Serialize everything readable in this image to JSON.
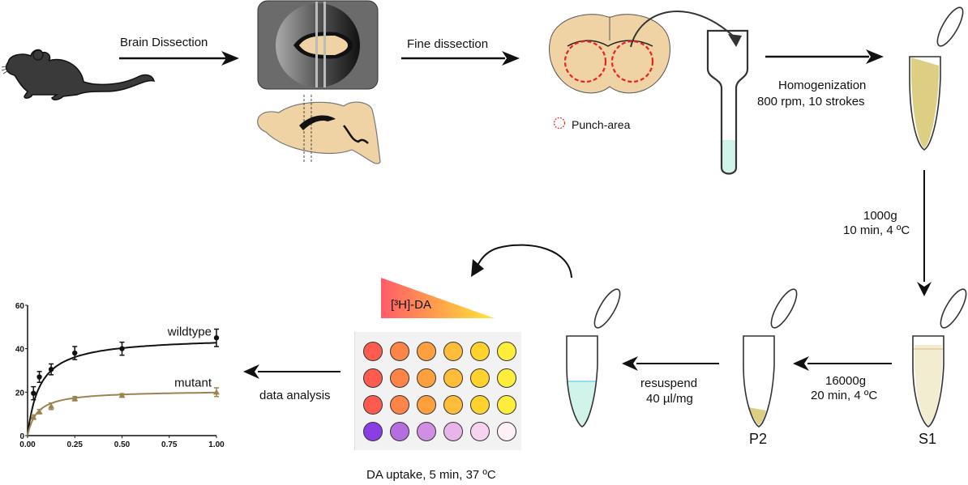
{
  "steps": {
    "brain_dissection": "Brain Dissection",
    "fine_dissection": "Fine dissection",
    "punch_area_legend": "Punch-area",
    "homogenization_line1": "Homogenization",
    "homogenization_line2": "800 rpm, 10 strokes",
    "centrifuge1_line1": "1000g",
    "centrifuge1_line2": "10 min, 4 ºC",
    "centrifuge2_line1": "16000g",
    "centrifuge2_line2": "20 min, 4 ºC",
    "resuspend_line1": "resuspend",
    "resuspend_line2": "40 µl/mg",
    "data_analysis": "data analysis",
    "uptake": "DA uptake, 5 min, 37 ºC",
    "tracer_label": "[³H]-DA",
    "tube_s1": "S1",
    "tube_p2": "P2"
  },
  "colors": {
    "brain_tissue": "#f0d3a4",
    "punch_outline": "#e8231f",
    "homogenate": "#dccf84",
    "supernatant": "#f2ecd0",
    "buffer": "#d1f4ea",
    "mutant": "#9a8450",
    "wildtype": "#111111",
    "plate_bg": "#f2f2f2"
  },
  "plate": {
    "rows": [
      [
        "#ff5c4f",
        "#ff8448",
        "#ffa03f",
        "#ffbd3a",
        "#ffd22e",
        "#ffed3c"
      ],
      [
        "#ff5c4f",
        "#ff8448",
        "#ffa03f",
        "#ffbd3a",
        "#ffd22e",
        "#ffed3c"
      ],
      [
        "#ff5c4f",
        "#ff8448",
        "#ffa03f",
        "#ffbd3a",
        "#ffd22e",
        "#ffed3c"
      ],
      [
        "#8a3fe4",
        "#b56ee0",
        "#d18fe4",
        "#e9b5e8",
        "#f6d4ef",
        "#fdf0f7"
      ]
    ]
  },
  "chart_data": {
    "type": "line",
    "title": "",
    "xlabel": "",
    "ylabel": "",
    "xlim": [
      0,
      1.0
    ],
    "ylim": [
      0,
      60
    ],
    "xticks": [
      "0.00",
      "0.25",
      "0.50",
      "0.75",
      "1.00"
    ],
    "yticks": [
      "0",
      "20",
      "40",
      "60"
    ],
    "grid": false,
    "legend": "inline labels",
    "series": [
      {
        "name": "wildtype",
        "marker": "circle",
        "x": [
          0.03125,
          0.0625,
          0.125,
          0.25,
          0.5,
          1.0
        ],
        "y": [
          19.5,
          27,
          30.5,
          38,
          40,
          45
        ],
        "err": [
          3,
          2.5,
          2.5,
          3,
          3,
          4
        ],
        "fit": {
          "model": "michaelis-menten",
          "vmax": 45.5,
          "km": 0.065
        }
      },
      {
        "name": "mutant",
        "marker": "triangle",
        "x": [
          0.03125,
          0.0625,
          0.125,
          0.25,
          0.5,
          1.0
        ],
        "y": [
          8.5,
          11,
          13.5,
          17,
          18.5,
          20
        ],
        "err": [
          1,
          1,
          1.5,
          1,
          0.8,
          2
        ],
        "fit": {
          "model": "michaelis-menten",
          "vmax": 20.8,
          "km": 0.05
        }
      }
    ]
  }
}
